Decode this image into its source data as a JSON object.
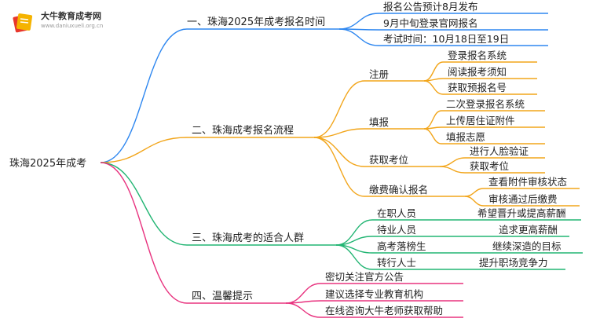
{
  "logo": {
    "name": "大牛教育成考网",
    "url": "www.daniuxueli.org.cn"
  },
  "root": {
    "label": "珠海2025年成考"
  },
  "colors": {
    "blue": "#2e87f0",
    "orange": "#f2a51a",
    "green": "#22b573",
    "pink": "#e8337f",
    "logo_yellow": "#f5b300",
    "logo_red": "#e8372c"
  },
  "branches": [
    {
      "id": "b1",
      "label": "一、珠海2025年成考报名时间",
      "color": "blue",
      "children": [
        {
          "label": "报名公告预计8月发布"
        },
        {
          "label": "9月中旬登录官网报名"
        },
        {
          "label": "考试时间：10月18日至19日"
        }
      ]
    },
    {
      "id": "b2",
      "label": "二、珠海成考报名流程",
      "color": "orange",
      "children": [
        {
          "label": "注册",
          "children": [
            "登录报名系统",
            "阅读报考须知",
            "获取预报名号"
          ]
        },
        {
          "label": "填报",
          "children": [
            "二次登录报名系统",
            "上传居住证附件",
            "填报志愿"
          ]
        },
        {
          "label": "获取考位",
          "children": [
            "进行人脸验证",
            "获取考位"
          ]
        },
        {
          "label": "缴费确认报名",
          "children": [
            "查看附件审核状态",
            "审核通过后缴费"
          ]
        }
      ]
    },
    {
      "id": "b3",
      "label": "三、珠海成考的适合人群",
      "color": "green",
      "children": [
        {
          "label": "在职人员",
          "children": [
            "希望晋升或提高薪酬"
          ]
        },
        {
          "label": "待业人员",
          "children": [
            "追求更高薪酬"
          ]
        },
        {
          "label": "高考落榜生",
          "children": [
            "继续深造的目标"
          ]
        },
        {
          "label": "转行人士",
          "children": [
            "提升职场竞争力"
          ]
        }
      ]
    },
    {
      "id": "b4",
      "label": "四、温馨提示",
      "color": "pink",
      "children": [
        {
          "label": "密切关注官方公告"
        },
        {
          "label": "建议选择专业教育机构"
        },
        {
          "label": "在线咨询大牛老师获取帮助"
        }
      ]
    }
  ]
}
